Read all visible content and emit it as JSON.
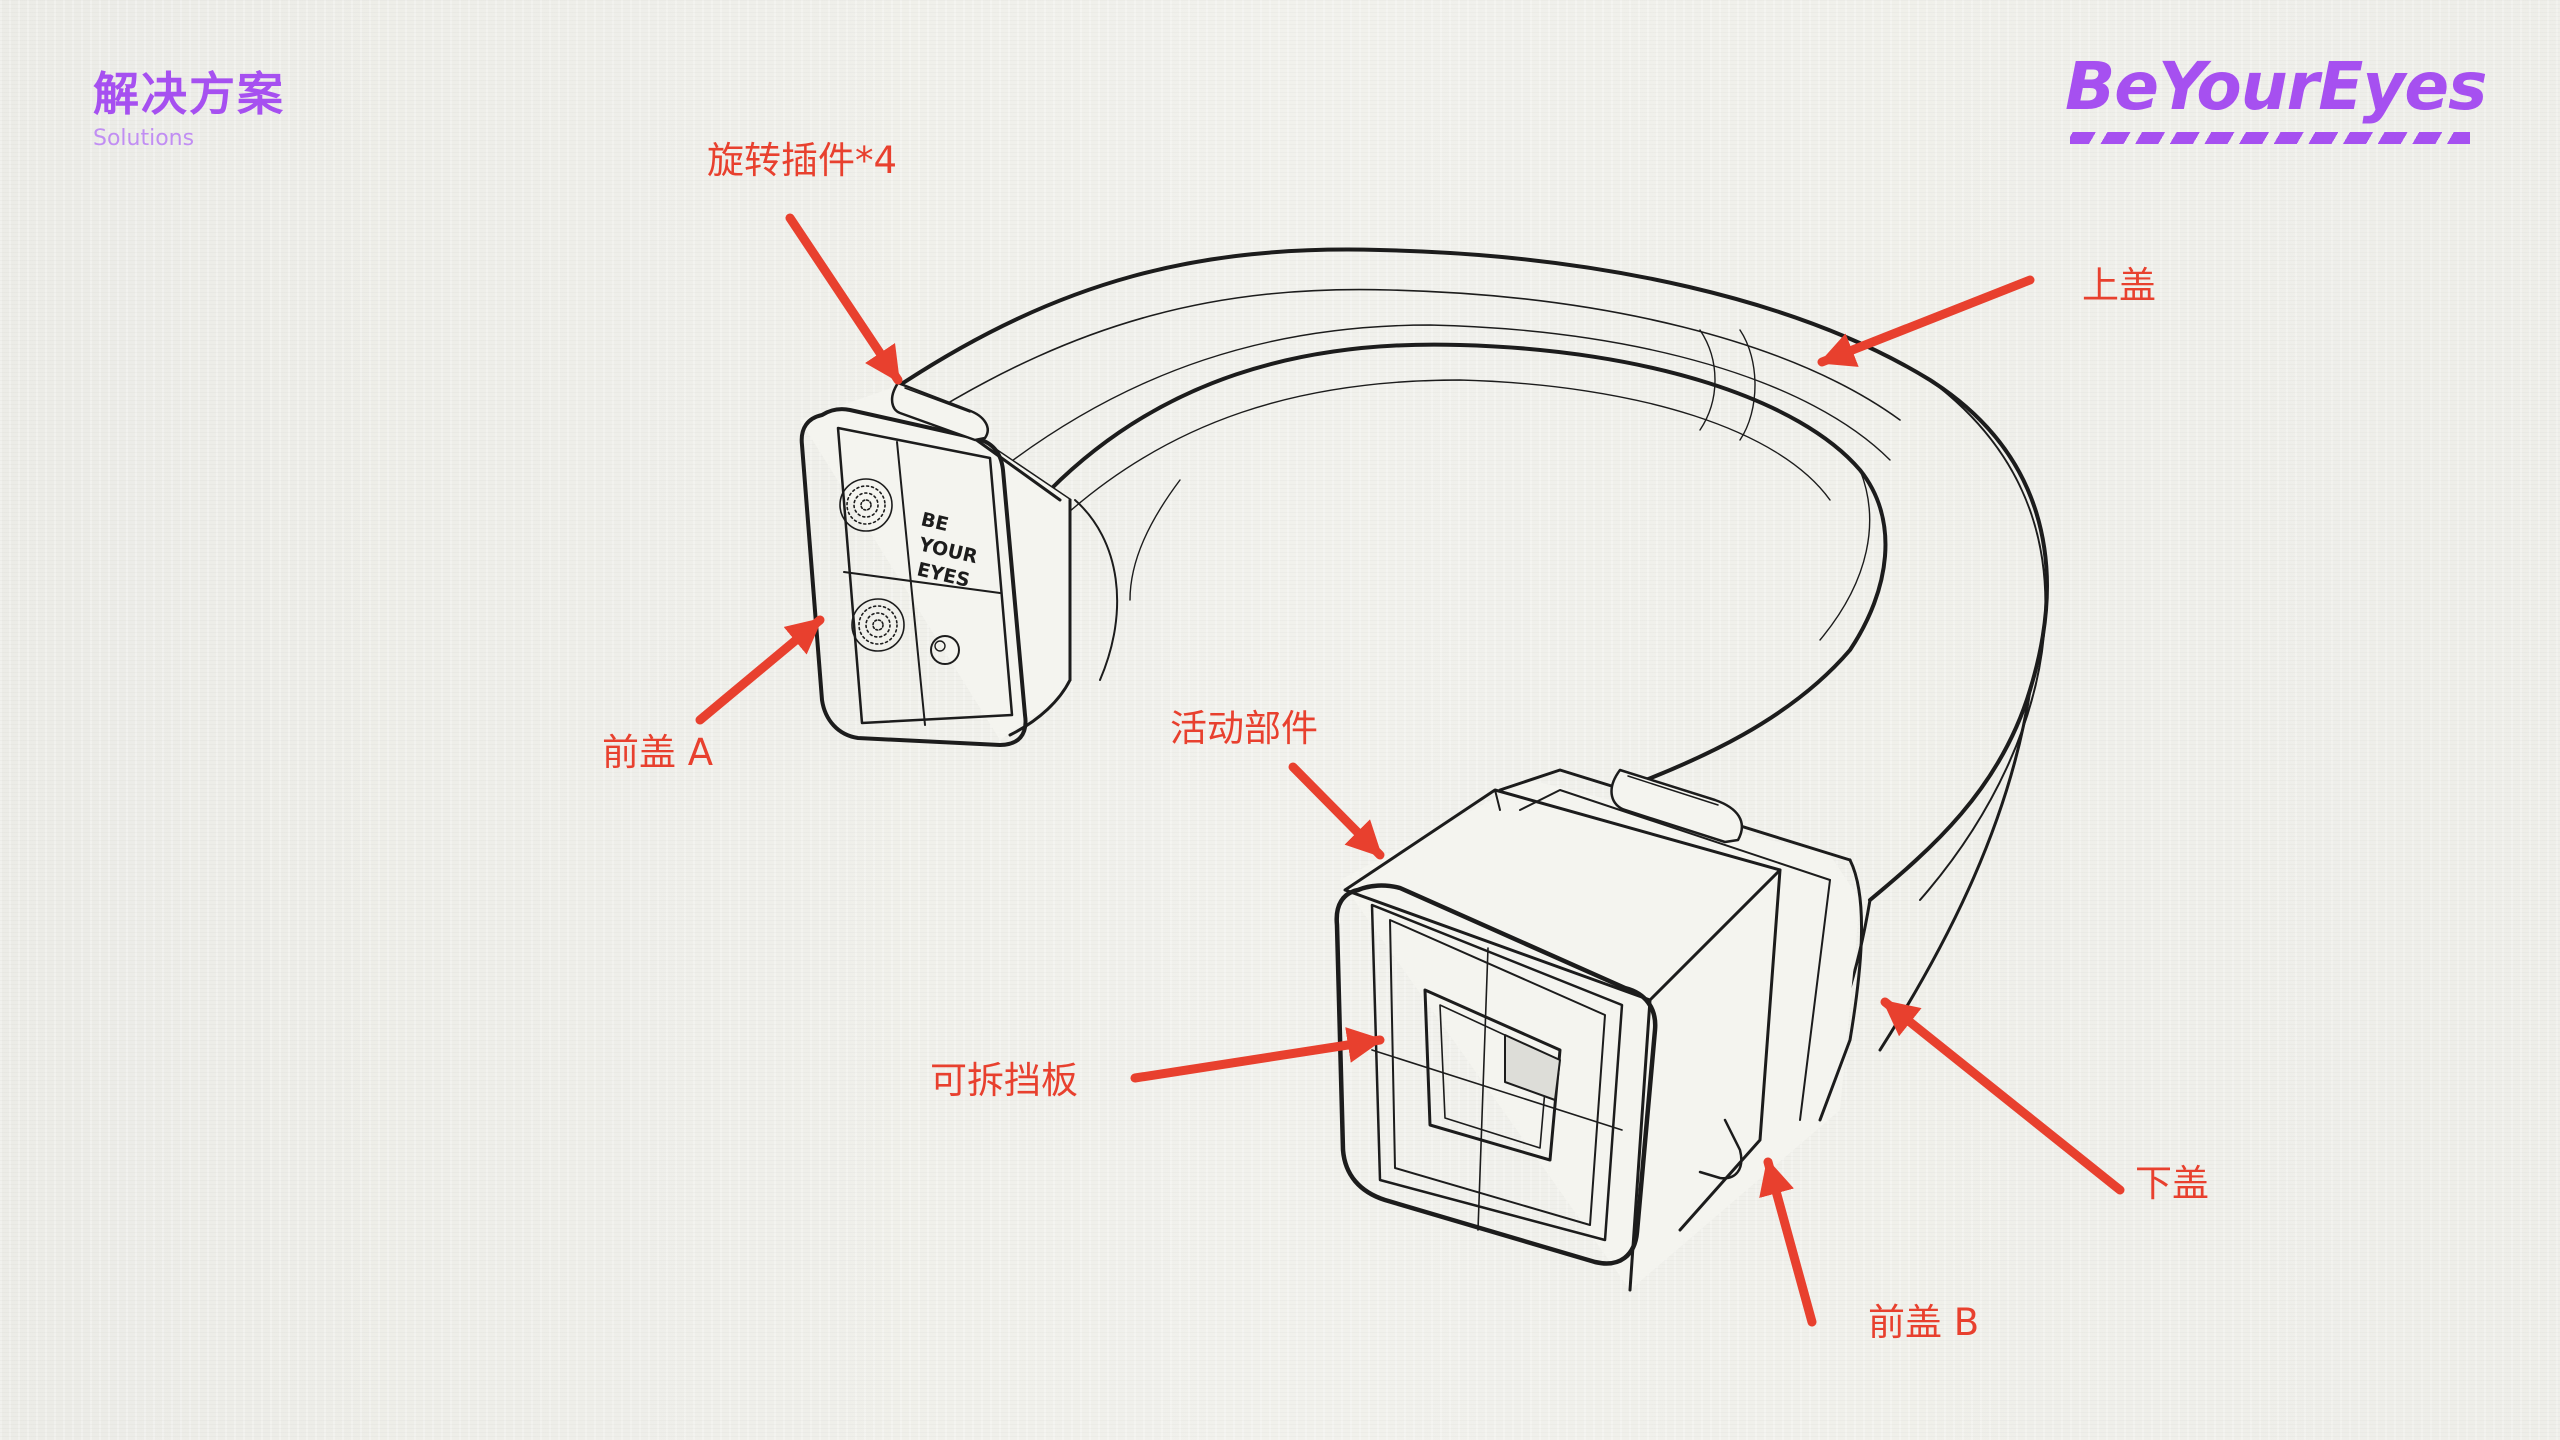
{
  "header": {
    "title": "解决方案",
    "subtitle": "Solutions"
  },
  "brand": {
    "name": "BeYourEyes",
    "color": "#a650f0"
  },
  "device": {
    "face_lines": [
      "BE",
      "YOUR",
      "EYES"
    ]
  },
  "callouts": {
    "rotating_plugin": "旋转插件*4",
    "top_cover": "上盖",
    "front_cover_a": "前盖 A",
    "moving_part": "活动部件",
    "removable_shield": "可拆挡板",
    "bottom_cover": "下盖",
    "front_cover_b": "前盖 B"
  },
  "colors": {
    "accent": "#a650f0",
    "annotation": "#e8402e",
    "line": "#1c1c1c"
  }
}
